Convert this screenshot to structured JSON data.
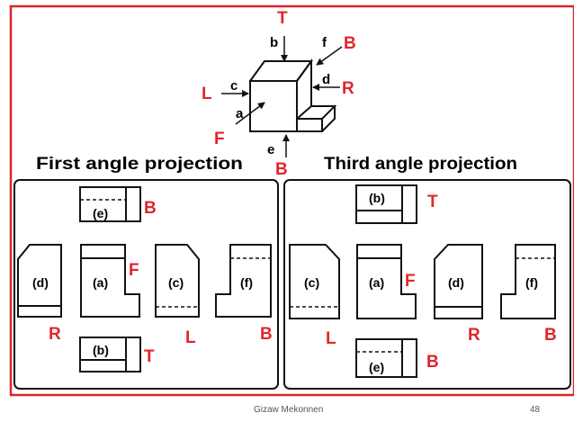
{
  "colors": {
    "frame": "#d7262a",
    "letter": "#e0262b",
    "ink": "#111111"
  },
  "titles": {
    "first": "First angle projection",
    "third": "Third angle projection"
  },
  "pictorial": {
    "arrow_labels": {
      "a": "a",
      "b": "b",
      "c": "c",
      "d": "d",
      "e": "e",
      "f": "f"
    },
    "dir_letters": {
      "top": "T",
      "back": "B",
      "left": "L",
      "right": "R",
      "front": "F",
      "bottom": "B"
    }
  },
  "first_angle": {
    "top": {
      "label": "(e)",
      "letter": "B"
    },
    "front": {
      "label": "(a)",
      "letter": "F"
    },
    "left": {
      "label": "(d)",
      "letter": "R"
    },
    "right": {
      "label": "(c)",
      "letter": "L"
    },
    "far": {
      "label": "(f)",
      "letter": "B"
    },
    "bottom": {
      "label": "(b)",
      "letter": "T"
    }
  },
  "third_angle": {
    "top": {
      "label": "(b)",
      "letter": "T"
    },
    "front": {
      "label": "(a)",
      "letter": "F"
    },
    "left": {
      "label": "(c)",
      "letter": "L"
    },
    "right": {
      "label": "(d)",
      "letter": "R"
    },
    "far": {
      "label": "(f)",
      "letter": "B"
    },
    "bottom": {
      "label": "(e)",
      "letter": "B"
    }
  },
  "footer": {
    "author": "Gizaw Mekonnen",
    "page": "48"
  }
}
